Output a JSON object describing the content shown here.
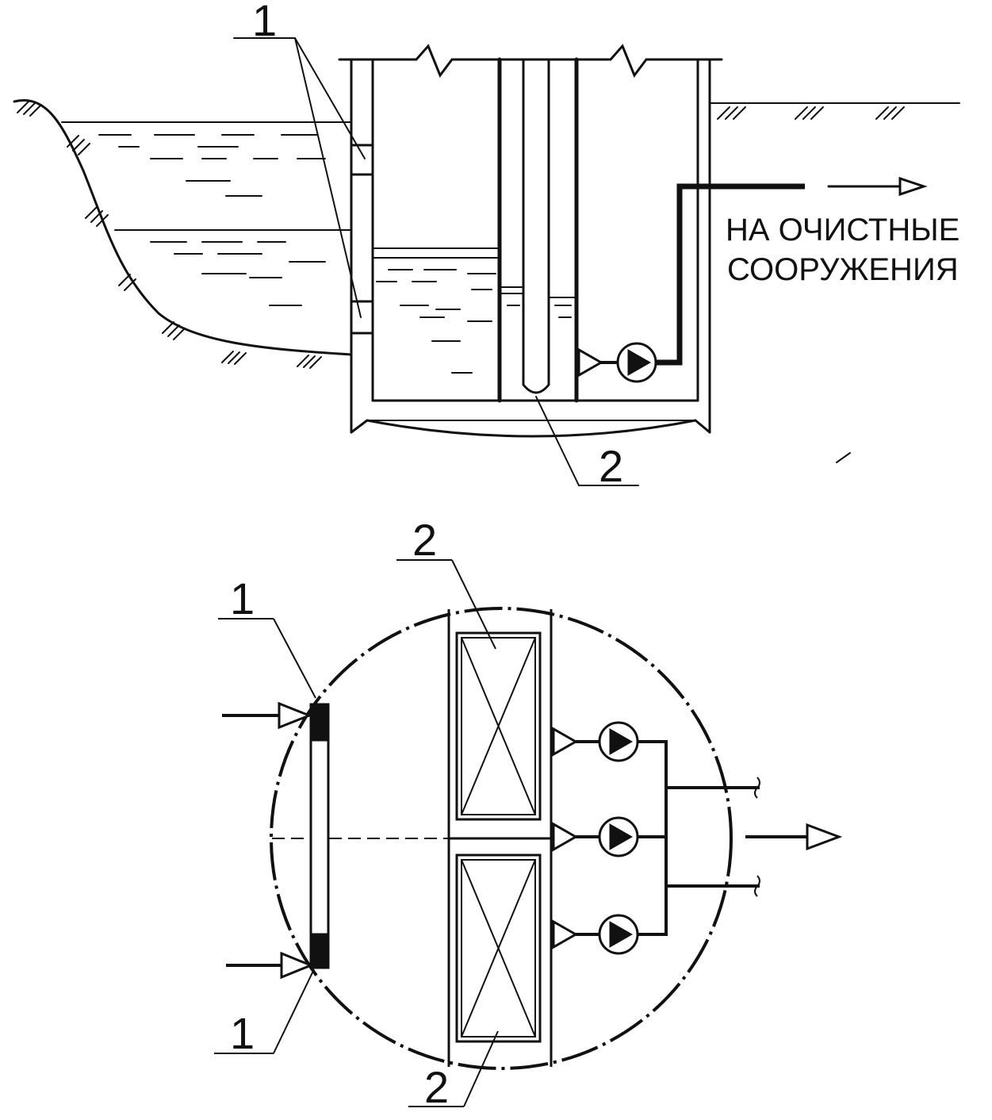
{
  "section_view": {
    "callout_1": "1",
    "callout_2": "2",
    "outlet_caption_line1": "НА ОЧИСТНЫЕ",
    "outlet_caption_line2": "СООРУЖЕНИЯ"
  },
  "plan_view": {
    "callout_1_top": "1",
    "callout_1_bottom": "1",
    "callout_2_top": "2",
    "callout_2_bottom": "2"
  },
  "colors": {
    "ink": "#111111",
    "background": "#ffffff"
  }
}
